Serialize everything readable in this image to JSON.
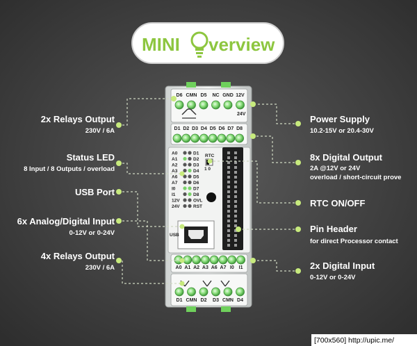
{
  "header": {
    "title_part1": "MINI",
    "title_part2": "verview",
    "accent": "#8dc63f",
    "bulb_icon": "lightbulb-icon"
  },
  "callouts": {
    "relays_top": {
      "title": "2x Relays Output",
      "sub": "230V / 6A"
    },
    "status_led": {
      "title": "Status LED",
      "sub": "8 Input / 8 Outputs / overload"
    },
    "usb_port": {
      "title": "USB Port"
    },
    "analog_input": {
      "title": "6x Analog/Digital Input",
      "sub": "0-12V or 0-24V"
    },
    "relays_bottom": {
      "title": "4x Relays Output",
      "sub": "230V / 6A"
    },
    "power_supply": {
      "title": "Power Supply",
      "sub": "10.2-15V or 20.4-30V"
    },
    "digital_output": {
      "title": "8x Digital Output",
      "sub": "2A @12V or 24V",
      "sub2": "overload / short-circuit prove"
    },
    "rtc": {
      "title": "RTC ON/OFF"
    },
    "pin_header": {
      "title": "Pin Header",
      "sub": "for direct Processor contact"
    },
    "digital_input": {
      "title": "2x Digital Input",
      "sub": "0-12V or 0-24V"
    }
  },
  "device": {
    "top_terminals": [
      "D6",
      "CMN",
      "D5",
      "NC",
      "GND",
      "12V"
    ],
    "top_voltage": "24V",
    "output_terminals": [
      "D1",
      "D2",
      "D3",
      "D4",
      "D5",
      "D6",
      "D7",
      "D8"
    ],
    "led_left": [
      "A0",
      "A1",
      "A2",
      "A3",
      "A6",
      "A7",
      "I0",
      "I1",
      "12V",
      "24V"
    ],
    "led_right": [
      "D1",
      "D2",
      "D3",
      "D4",
      "D5",
      "D6",
      "D7",
      "D8",
      "OVL",
      "RST"
    ],
    "rtc_label": "RTC",
    "rtc_pos": "1  0",
    "usb_label": "USB",
    "input_terminals": [
      "A0",
      "A1",
      "A2",
      "A3",
      "A6",
      "A7",
      "I0",
      "I1"
    ],
    "bottom_terminals": [
      "D1",
      "CMN",
      "D2",
      "D3",
      "CMN",
      "D4"
    ]
  },
  "footer": {
    "watermark": "[700x560] http://upic.me/"
  },
  "colors": {
    "background": "#3a3a3a",
    "accent": "#8dc63f",
    "device_body": "#eef0ef",
    "led_green": "#7bd36b"
  }
}
